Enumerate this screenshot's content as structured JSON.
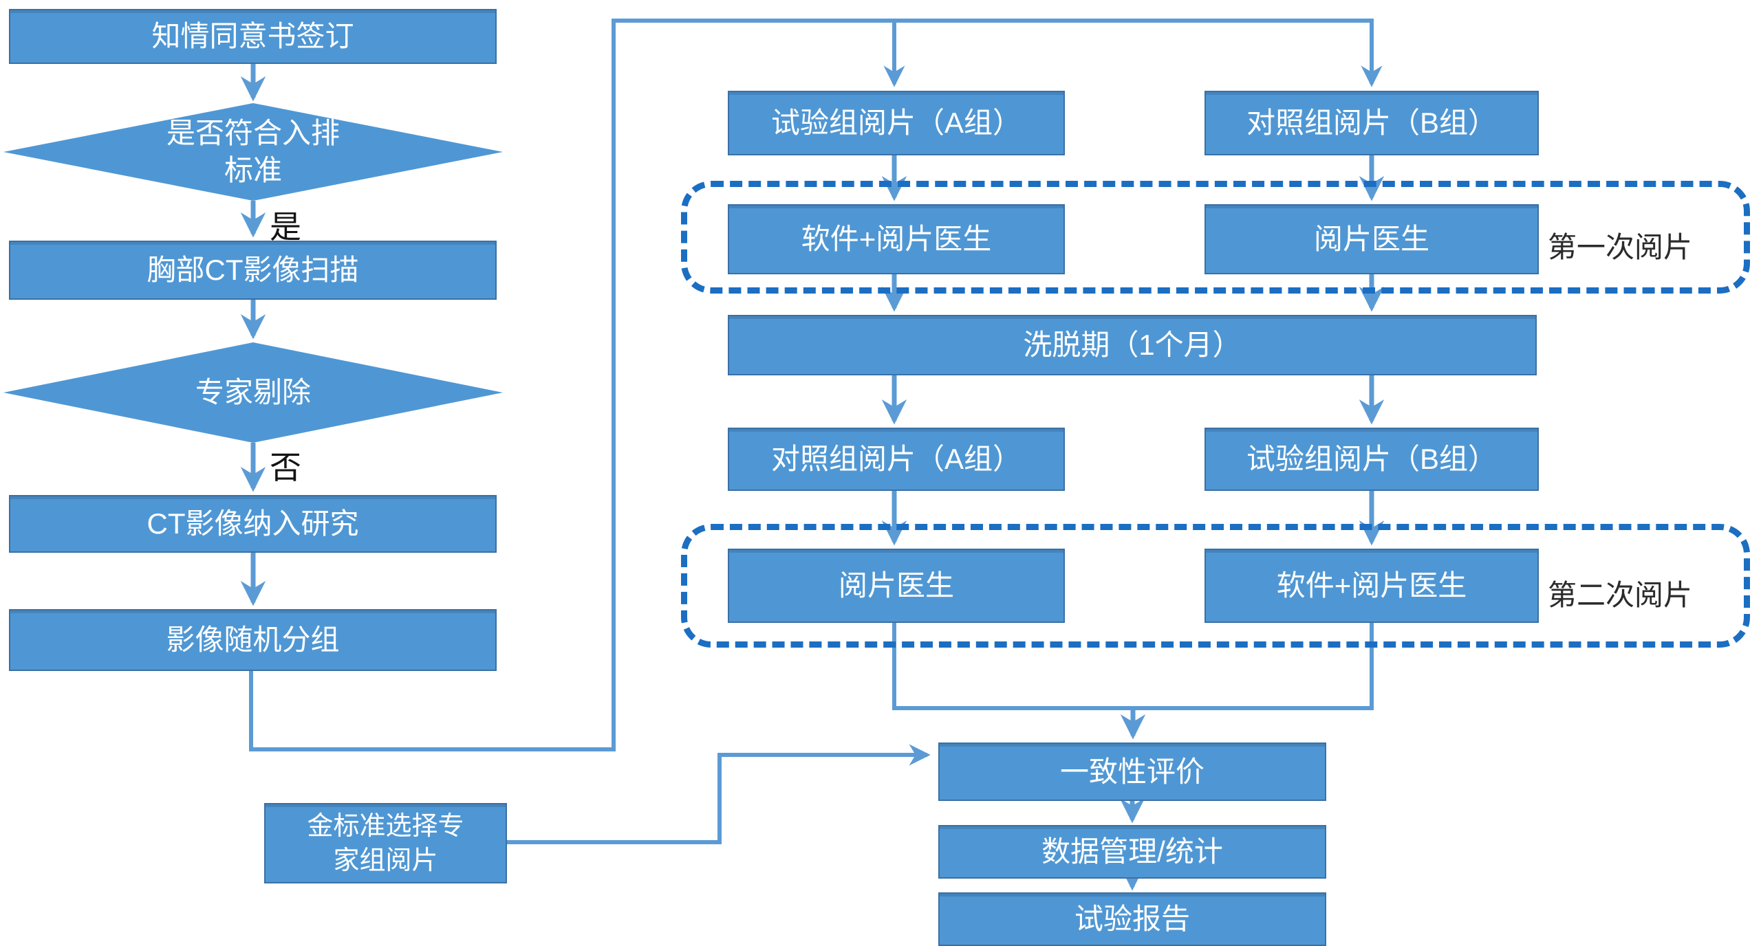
{
  "diagram": {
    "title_hint": "clinical-trial-image-reading-flowchart",
    "left_column": {
      "consent": "知情同意书签订",
      "inclusion_decision": "是否符合入排标准",
      "yes_label": "是",
      "ct_scan": "胸部CT影像扫描",
      "expert_exclusion": "专家剔除",
      "no_label": "否",
      "ct_included": "CT影像纳入研究",
      "randomization": "影像随机分组"
    },
    "reading_flow": {
      "arm_a_first": "试验组阅片（A组）",
      "arm_b_first": "对照组阅片（B组）",
      "a_first_reader": "软件+阅片医生",
      "b_first_reader": "阅片医生",
      "first_reading_label": "第一次阅片",
      "washout": "洗脱期（1个月）",
      "arm_a_second": "对照组阅片（A组）",
      "arm_b_second": "试验组阅片（B组）",
      "a_second_reader": "阅片医生",
      "b_second_reader": "软件+阅片医生",
      "second_reading_label": "第二次阅片"
    },
    "bottom": {
      "gold_standard": "金标准选择专家组阅片",
      "consistency": "一致性评价",
      "data_management": "数据管理/统计",
      "report": "试验报告"
    },
    "colors": {
      "node_fill": "#4f97d4",
      "node_border": "#3a70a5",
      "node_text": "#ffffff",
      "connector": "#5b9bd5",
      "dashed_border": "#1b6ec2",
      "branch_label_text": "#141414",
      "group_label_text": "#2b2b2b",
      "background": "#ffffff"
    }
  }
}
